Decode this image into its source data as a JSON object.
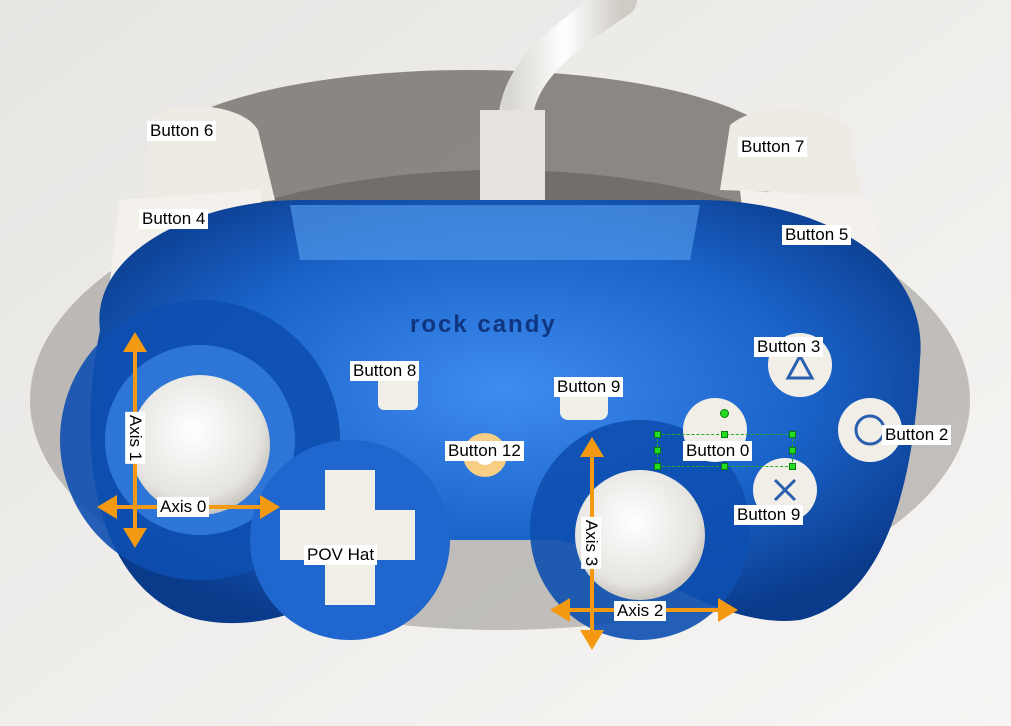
{
  "labels": {
    "button6": "Button 6",
    "button4": "Button 4",
    "button7": "Button 7",
    "button5": "Button 5",
    "button3": "Button 3",
    "button8": "Button 8",
    "button9_center": "Button 9",
    "button12": "Button 12",
    "button0": "Button 0",
    "button2": "Button 2",
    "button9_bottom": "Button 9",
    "axis0": "Axis 0",
    "axis1": "Axis 1",
    "axis2": "Axis 2",
    "axis3": "Axis 3",
    "pov_hat": "POV Hat",
    "brand": "rock candy"
  },
  "colors": {
    "axis_arrow": "#f39a12",
    "controller_blue": "#1a63c9",
    "selection_handle": "#22dd22"
  }
}
